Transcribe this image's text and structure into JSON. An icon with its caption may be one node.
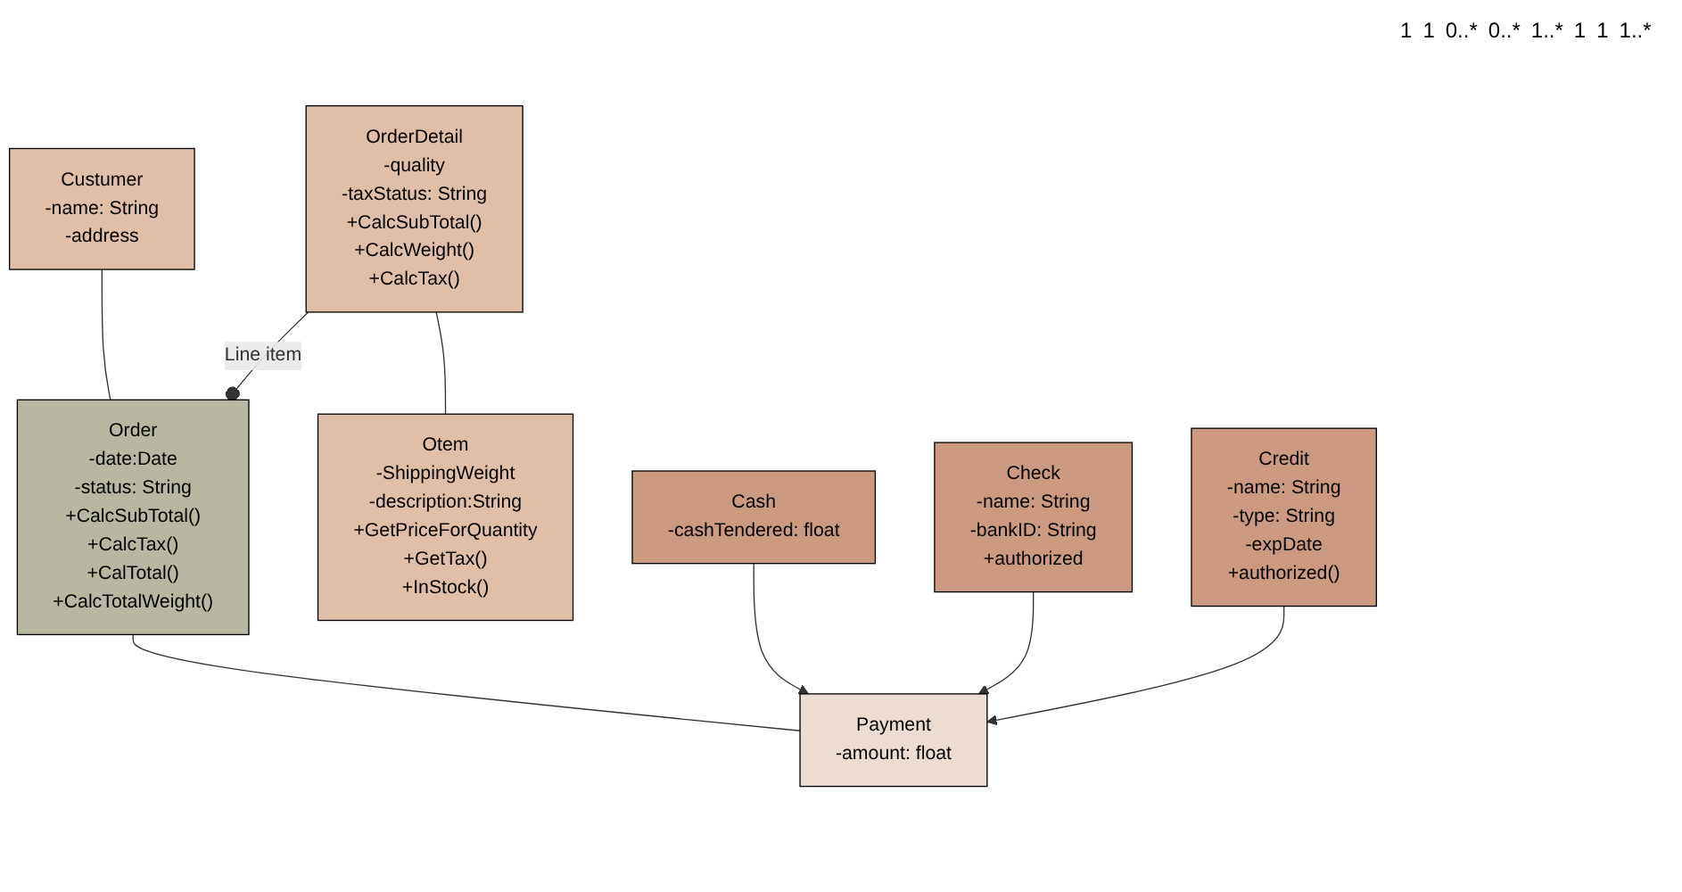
{
  "diagram": {
    "nodes": [
      {
        "text": [
          "Custumer",
          "-name: String",
          "-address"
        ]
      },
      {
        "text": [
          "Order",
          "-date:Date",
          "-status: String",
          "+CalcSubTotal()",
          "+CalcTax()",
          "+CalTotal()",
          "+CalcTotalWeight()"
        ]
      },
      {
        "text": [
          "OrderDetail",
          "-quality",
          "-taxStatus: String",
          "+CalcSubTotal()",
          "+CalcWeight()",
          "+CalcTax()"
        ]
      },
      {
        "text": [
          "Otem",
          "-ShippingWeight",
          "-description:String",
          "+GetPriceForQuantity",
          "+GetTax()",
          "+InStock()"
        ]
      },
      {
        "text": [
          "Payment",
          "-amount: float"
        ]
      },
      {
        "text": [
          "Cash",
          "-cashTendered: float"
        ]
      },
      {
        "text": [
          "Check",
          "-name: String",
          "-bankID: String",
          "+authorized"
        ]
      },
      {
        "text": [
          "Credit",
          "-name: String",
          "-type: String",
          "-expDate",
          "+authorized()"
        ]
      }
    ],
    "edges": [
      {
        "from": 0,
        "to": 1,
        "arrow": "none"
      },
      {
        "from": 1,
        "to": 2,
        "arrow": "other",
        "label": "Line item"
      },
      {
        "from": 2,
        "to": 3,
        "arrow": "none"
      },
      {
        "from": 1,
        "to": 4,
        "arrow": "none"
      },
      {
        "from": 5,
        "to": 4,
        "arrow": "to"
      },
      {
        "from": 6,
        "to": 4,
        "arrow": "to"
      },
      {
        "from": 7,
        "to": 4,
        "arrow": "to"
      }
    ],
    "labels": [
      "1",
      "1",
      "0..*",
      "0..*",
      "1..*",
      "1",
      "1",
      "1..*"
    ]
  }
}
